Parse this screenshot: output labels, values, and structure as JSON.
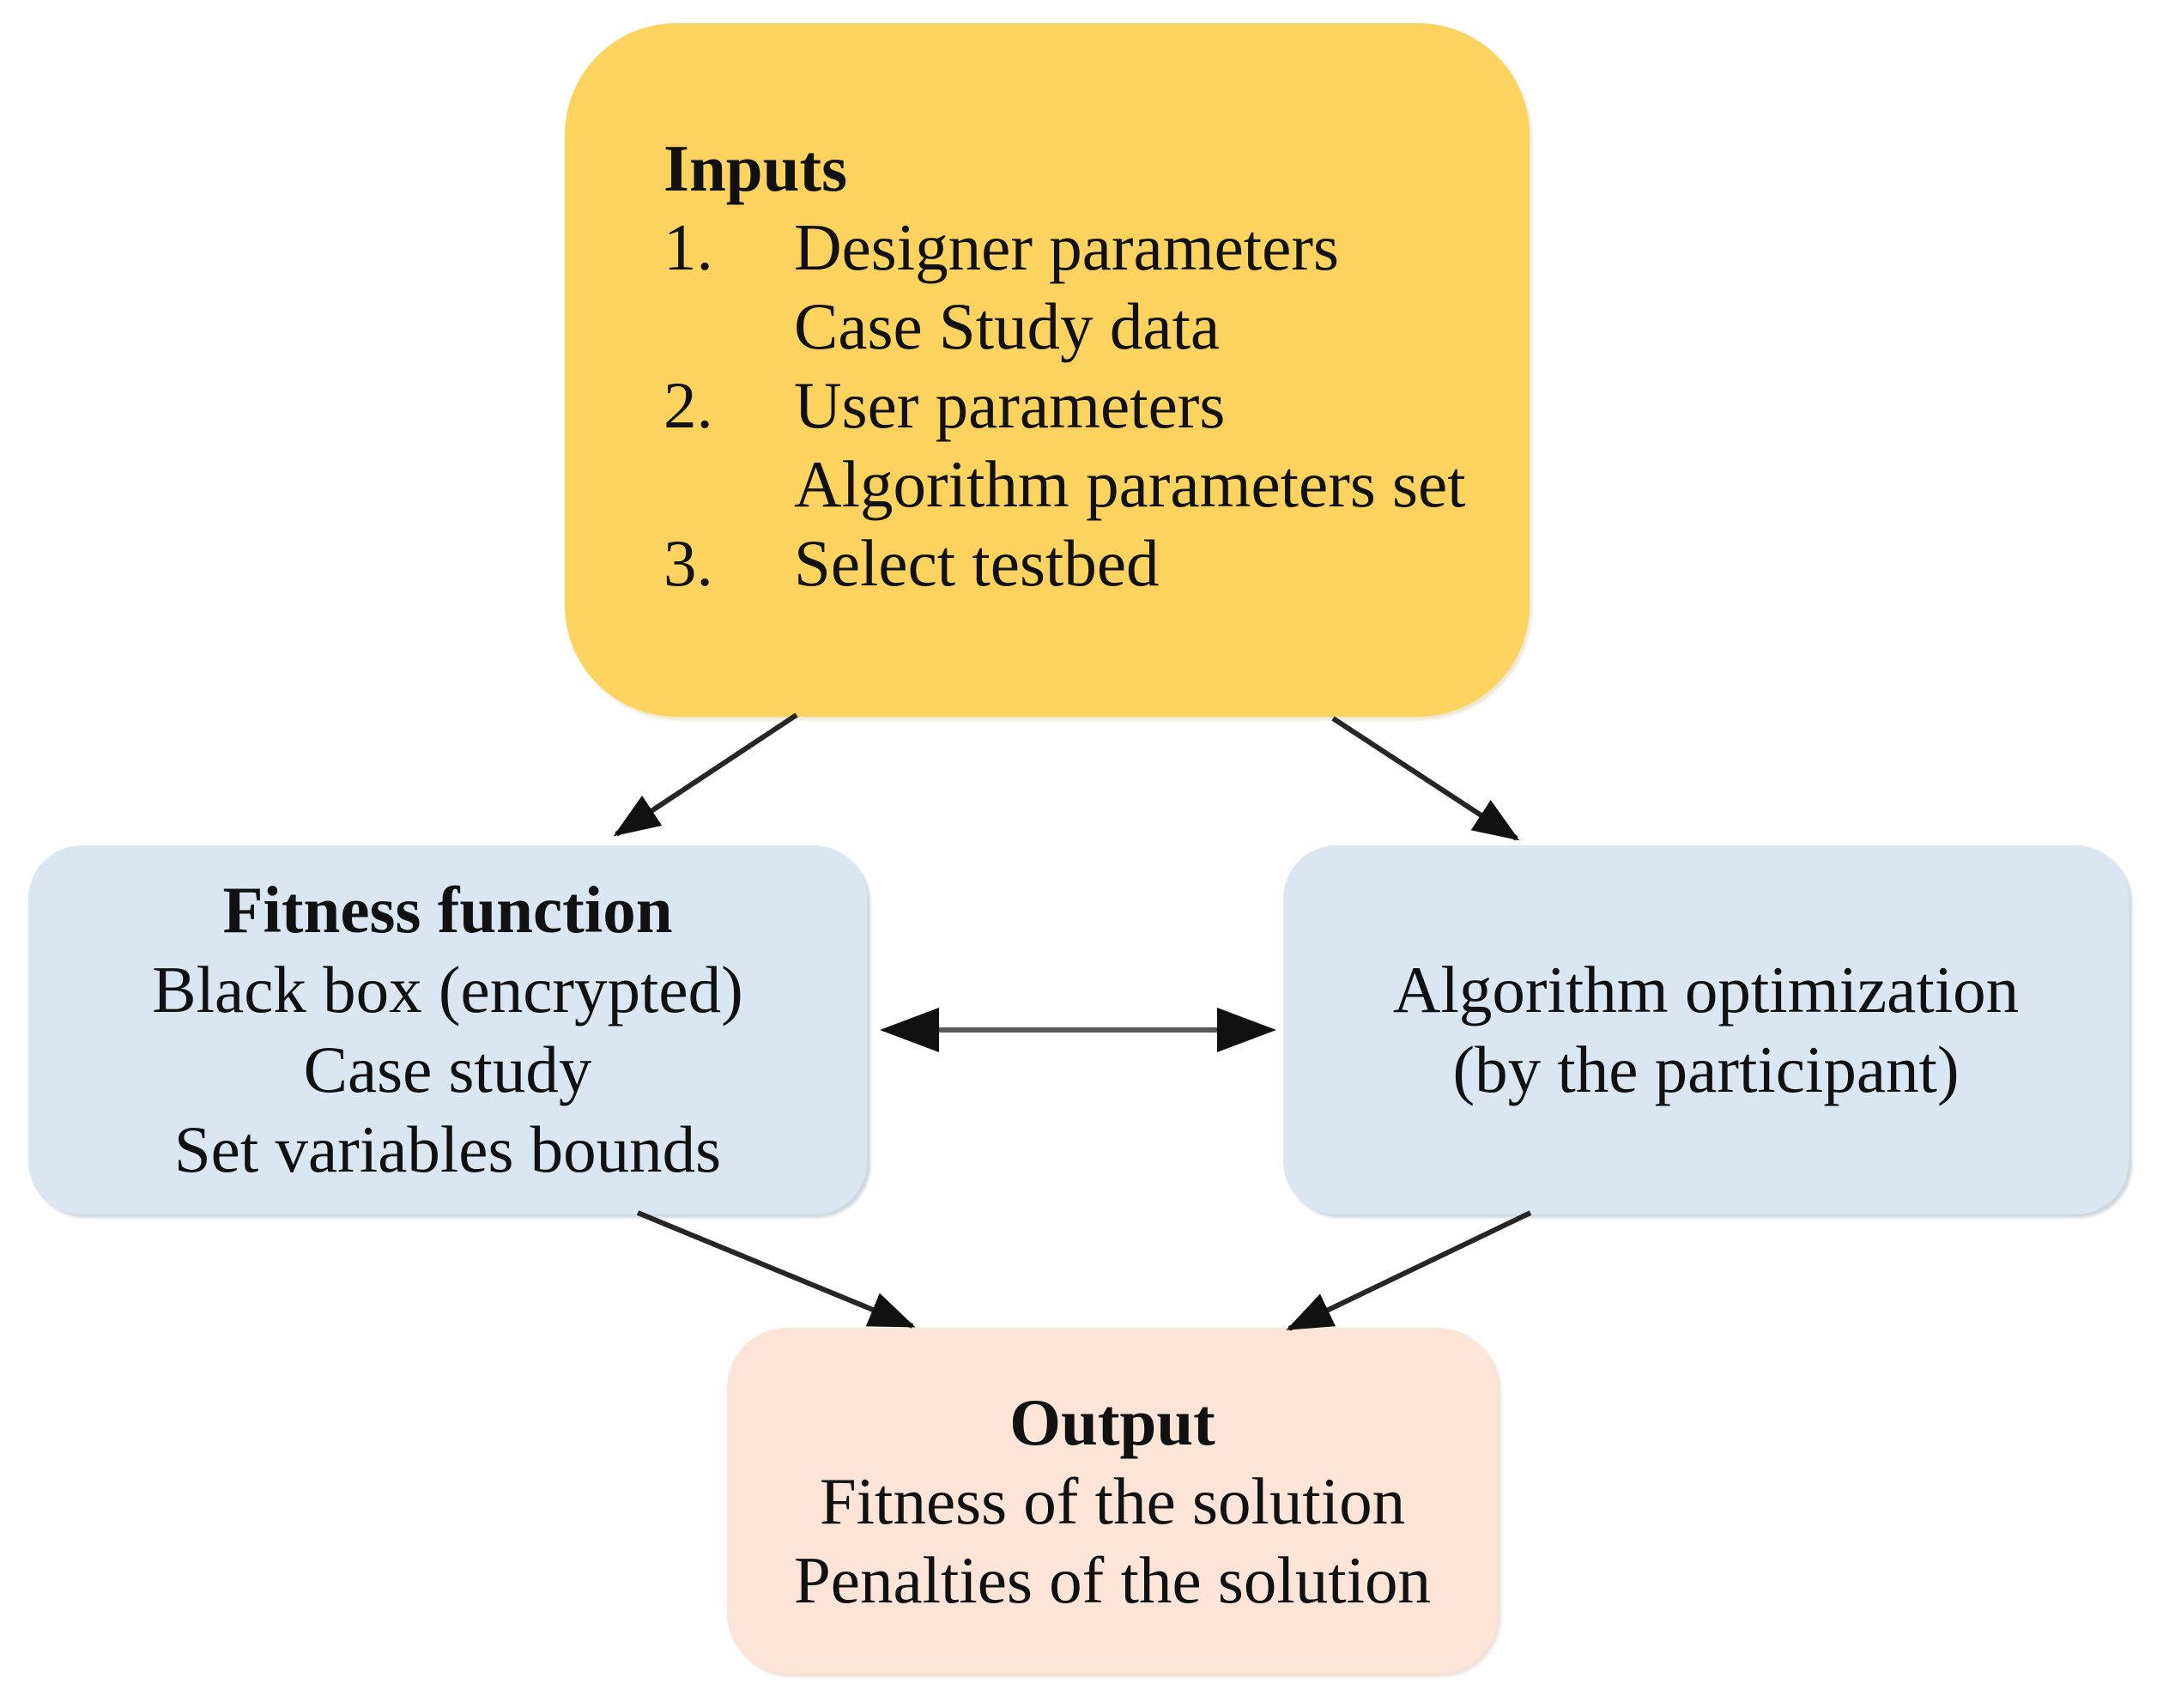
{
  "inputs_box": {
    "title": "Inputs",
    "rows": [
      {
        "num": "1.",
        "text": "Designer parameters"
      },
      {
        "num": "",
        "text": "Case Study data"
      },
      {
        "num": "2.",
        "text": "User parameters"
      },
      {
        "num": "",
        "text": "Algorithm parameters set"
      },
      {
        "num": "3.",
        "text": "Select testbed"
      }
    ]
  },
  "fitness_box": {
    "title": "Fitness function",
    "lines": [
      "Black box (encrypted)",
      "Case study",
      "Set variables bounds"
    ]
  },
  "algorithm_box": {
    "lines": [
      "Algorithm optimization",
      "(by the participant)"
    ]
  },
  "output_box": {
    "title": "Output",
    "lines": [
      "Fitness of the solution",
      "Penalties of the solution"
    ]
  },
  "colors": {
    "inputs_fill": "#FDD360",
    "side_box_fill": "#DAE7F2",
    "output_fill": "#FCE4D6",
    "text": "#111111",
    "arrow": "#262626",
    "double_arrow_shaft": "#595959",
    "background": "#FFFFFF"
  }
}
